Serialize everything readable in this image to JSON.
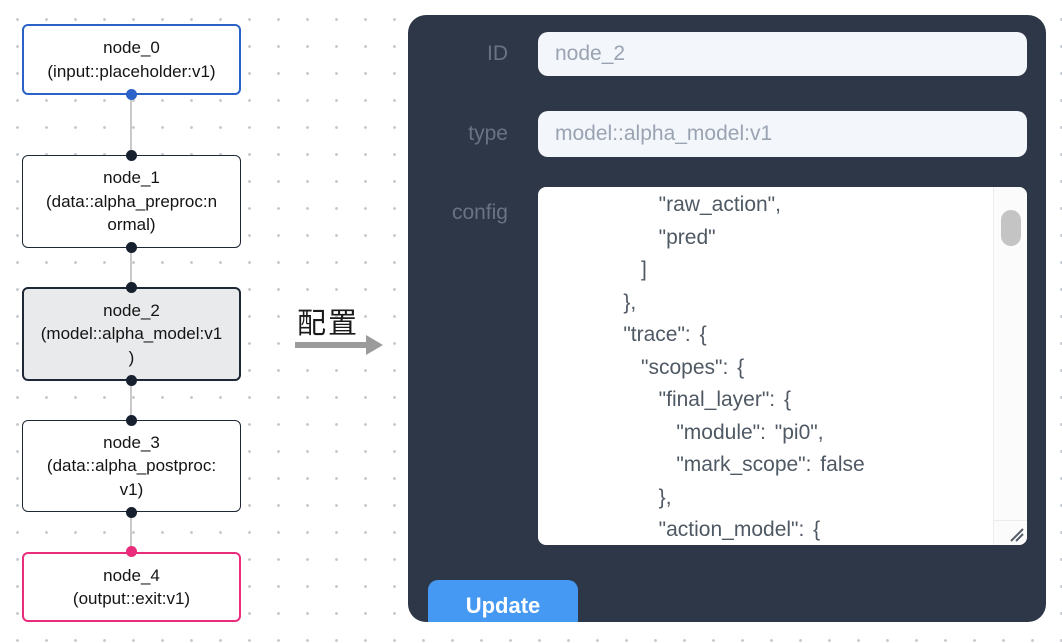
{
  "canvas": {
    "nodes": [
      {
        "label": "node_0\n(input::placeholder:v1)"
      },
      {
        "label": "node_1\n(data::alpha_preproc:n\normal)"
      },
      {
        "label": "node_2\n(model::alpha_model:v1\n)"
      },
      {
        "label": "node_3\n(data::alpha_postproc:\nv1)"
      },
      {
        "label": "node_4\n(output::exit:v1)"
      }
    ]
  },
  "transition": {
    "label": "配置"
  },
  "panel": {
    "fields": [
      {
        "label": "ID",
        "value": "node_2"
      },
      {
        "label": "type",
        "value": "model::alpha_model:v1"
      },
      {
        "label": "config"
      }
    ],
    "config_text": "        \"raw_action\",\n        \"pred\"\n      ]\n    },\n    \"trace\": {\n      \"scopes\": {\n        \"final_layer\": {\n          \"module\": \"pi0\",\n          \"mark_scope\": false\n        },\n        \"action_model\": {",
    "update_label": "Update"
  },
  "colors": {
    "input_node_border": "#2b62c9",
    "output_node_border": "#ea2c7d",
    "default_node_border": "#1e2736",
    "selected_node_bg": "#e9eaeb",
    "panel_bg": "#2d3748",
    "update_button_bg": "#4599f2"
  }
}
